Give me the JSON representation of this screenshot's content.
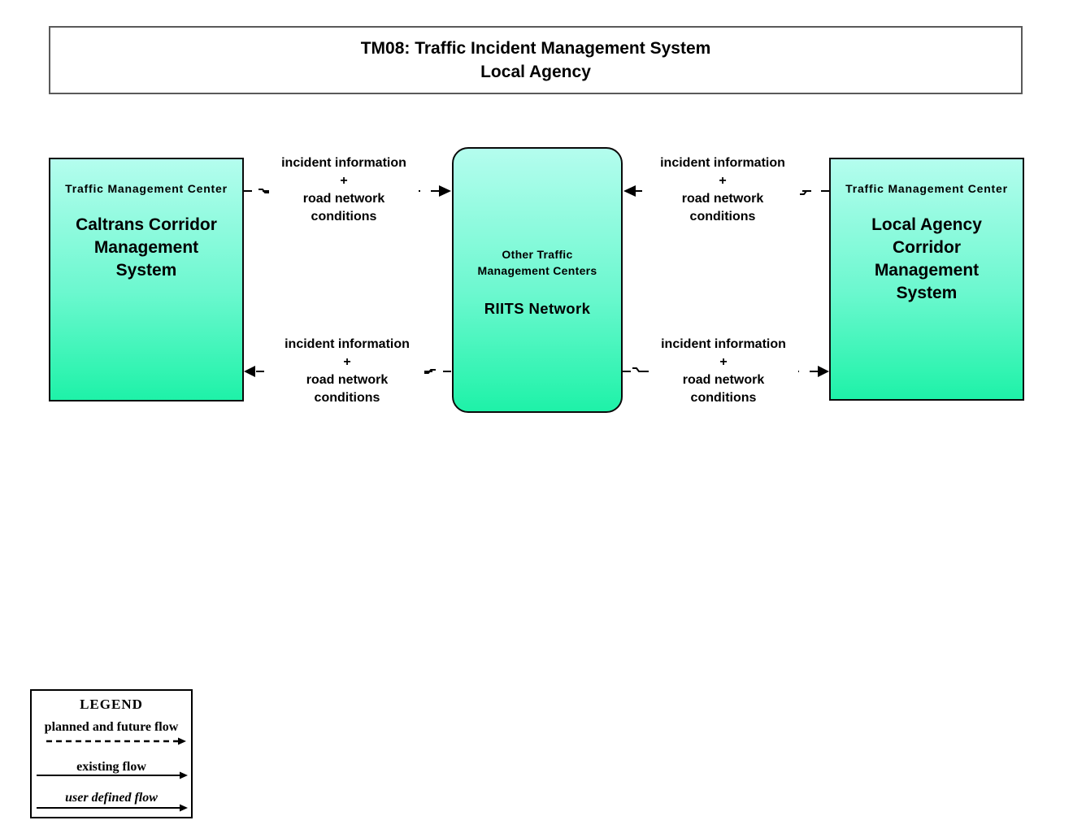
{
  "title": {
    "line1": "TM08: Traffic Incident Management System",
    "line2": "Local Agency"
  },
  "nodes": {
    "caltrans": {
      "header": "Traffic Management Center",
      "name_lines": [
        "Caltrans Corridor",
        "Management",
        "System"
      ]
    },
    "riits": {
      "header_lines": [
        "Other Traffic",
        "Management Centers"
      ],
      "name": "RIITS Network"
    },
    "local_agency": {
      "header": "Traffic Management Center",
      "name_lines": [
        "Local Agency",
        "Corridor",
        "Management",
        "System"
      ]
    }
  },
  "flows": [
    {
      "name": "caltrans-to-riits",
      "direction": "right",
      "style": "planned-dashed",
      "lines": [
        "incident information",
        "+",
        "road network",
        "conditions"
      ]
    },
    {
      "name": "riits-to-caltrans",
      "direction": "left",
      "style": "planned-dashed",
      "lines": [
        "incident information",
        "+",
        "road network",
        "conditions"
      ]
    },
    {
      "name": "local-agency-to-riits",
      "direction": "left",
      "style": "planned-dashed",
      "lines": [
        "incident information",
        "+",
        "road network",
        "conditions"
      ]
    },
    {
      "name": "riits-to-local-agency",
      "direction": "right",
      "style": "planned-dashed",
      "lines": [
        "incident information",
        "+",
        "road network",
        "conditions"
      ]
    }
  ],
  "legend": {
    "title": "LEGEND",
    "items": [
      {
        "label": "planned and future flow",
        "line_style": "dashed"
      },
      {
        "label": "existing flow",
        "line_style": "solid"
      },
      {
        "label": "user defined flow",
        "line_style": "solid"
      }
    ]
  },
  "colors": {
    "node_gradient_top": "#b4fdee",
    "node_gradient_bottom": "#1ef2a8",
    "node_border": "#0a0a0a",
    "title_box_border": "#5a5a5a",
    "line": "#000000",
    "background": "#ffffff"
  }
}
